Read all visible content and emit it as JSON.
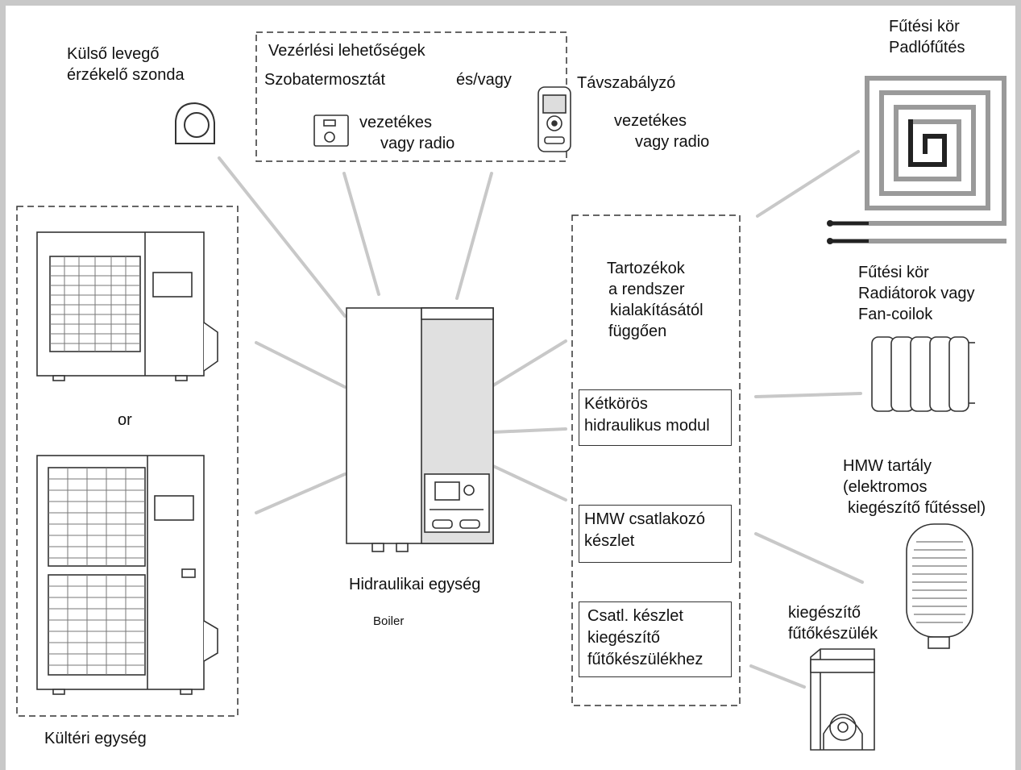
{
  "sensor": {
    "line1": "Külső levegő",
    "line2": "érzékelő szonda"
  },
  "controls": {
    "title": "Vezérlési lehetőségek",
    "thermostat": "Szobatermosztát",
    "andor": "és/vagy",
    "remote": "Távszabályzó",
    "wired1_a": "vezetékes",
    "wired1_b": "vagy radio",
    "wired2_a": "vezetékes",
    "wired2_b": "vagy radio"
  },
  "floor_heating": {
    "line1": "Fűtési kör",
    "line2": "Padlófűtés"
  },
  "radiators": {
    "line1": "Fűtési kör",
    "line2": "Radiátorok vagy",
    "line3": "Fan-coilok"
  },
  "accessories": {
    "line1": "Tartozékok",
    "line2": "a rendszer",
    "line3": "kialakításától",
    "line4": "függően"
  },
  "module": {
    "line1": "Kétkörös",
    "line2": "hidraulikus modul"
  },
  "hmw_kit": {
    "line1": "HMW csatlakozó",
    "line2": "készlet"
  },
  "boiler_kit": {
    "line1": "Csatl. készlet",
    "line2": "kiegészítő",
    "line3": "fűtőkészülékhez"
  },
  "tank": {
    "line1": "HMW tartály",
    "line2": "(elektromos",
    "line3": "kiegészítő fűtéssel)"
  },
  "aux_heater": {
    "line1": "kiegészítő",
    "line2": "fűtőkészülék"
  },
  "hydro_unit": "Hidraulikai egység",
  "boiler": "Boiler",
  "or": "or",
  "outdoor_unit": "Kültéri egység",
  "colors": {
    "frame": "#c8c8c8",
    "connector": "#c8c8c8",
    "outline": "#333333"
  }
}
